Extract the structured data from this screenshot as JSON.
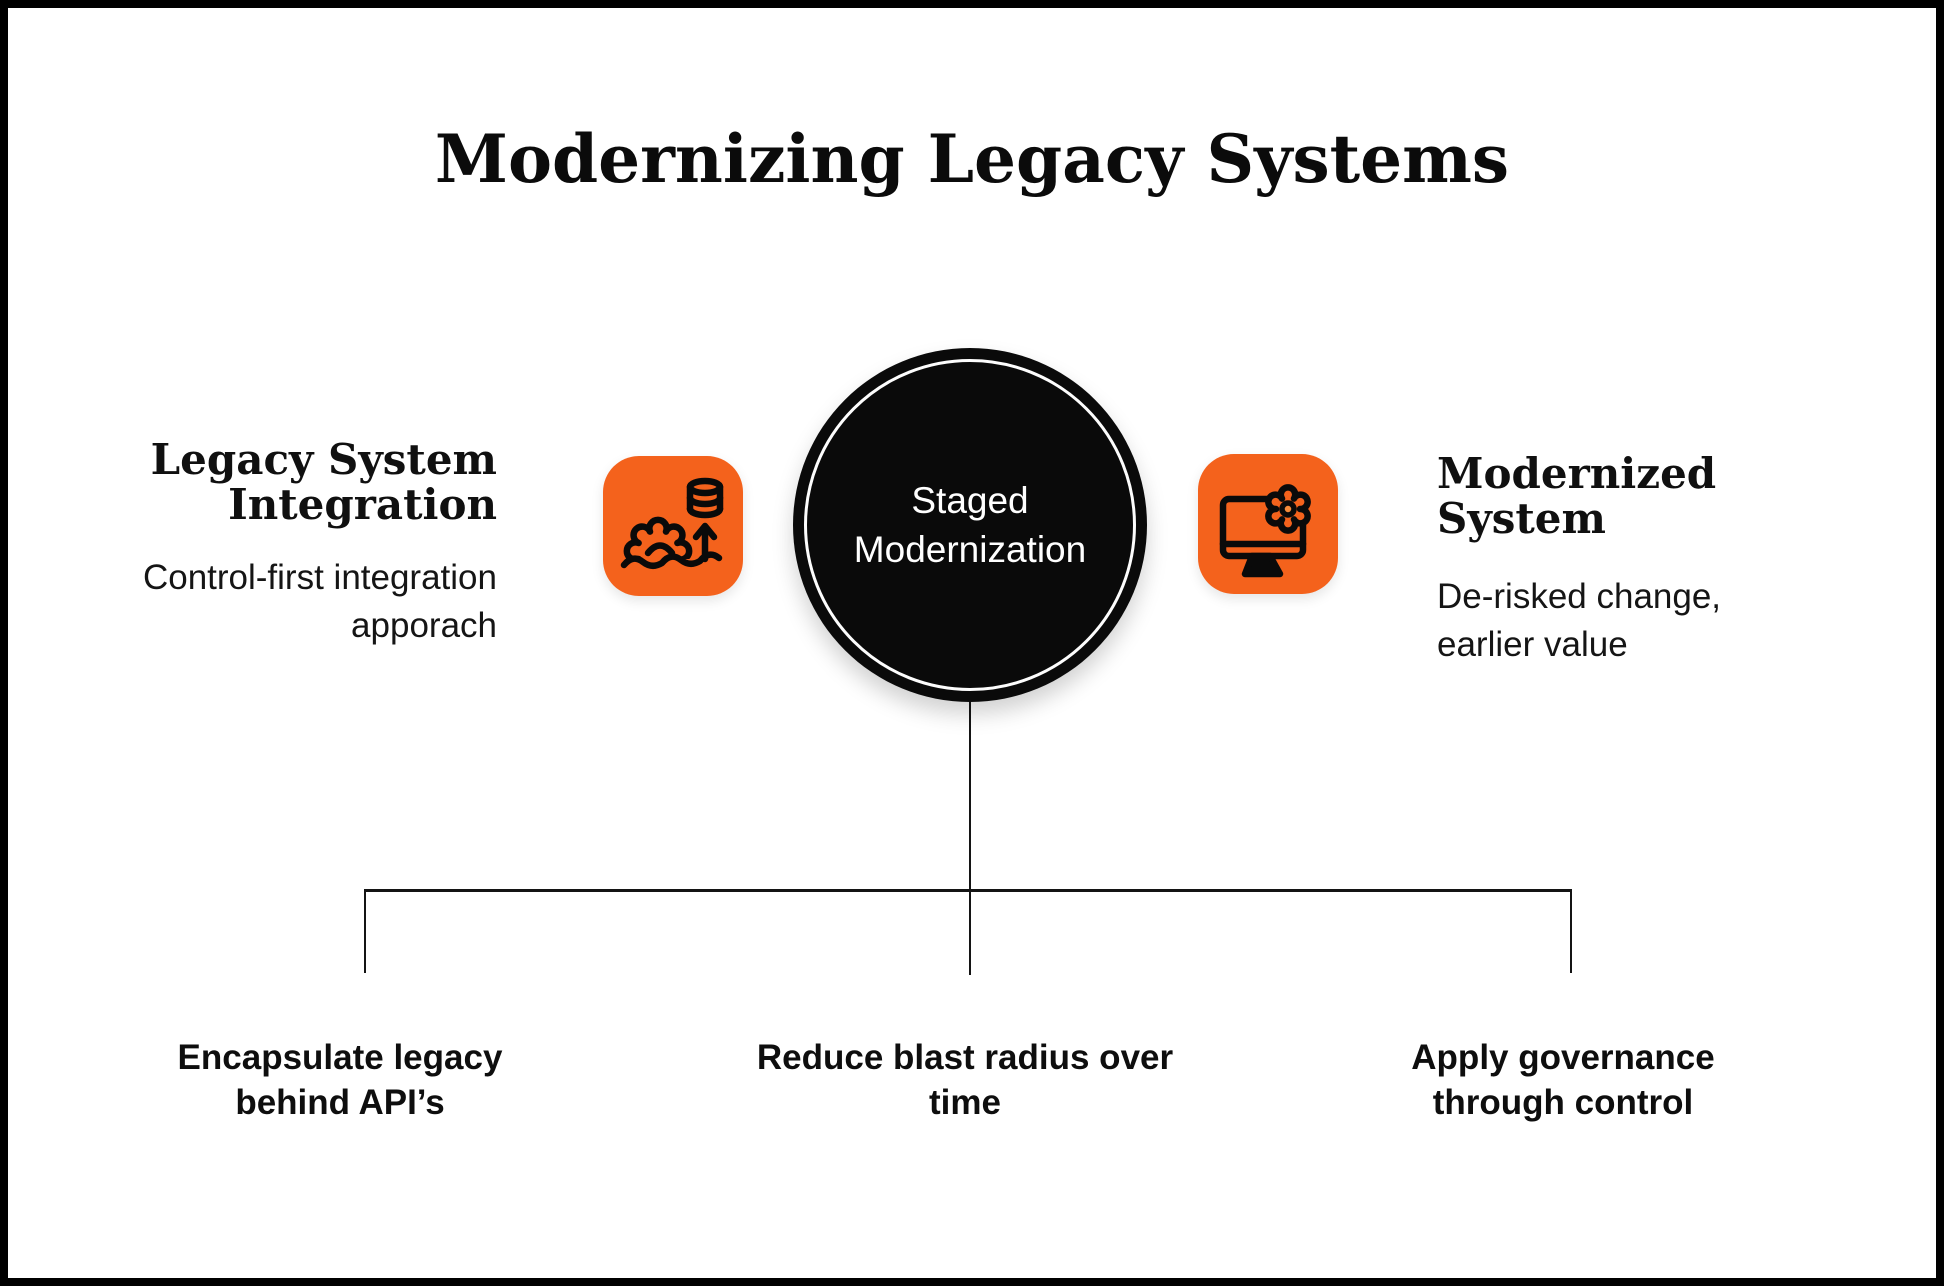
{
  "page": {
    "title": "Modernizing Legacy Systems"
  },
  "colors": {
    "accent_orange": "#f4621c",
    "node_black": "#0a0a0a",
    "ring_white": "#fdfdfd"
  },
  "center_node": {
    "lines": [
      "Staged",
      "Modernization"
    ]
  },
  "left_panel": {
    "heading_lines": [
      "Legacy System",
      "Integration"
    ],
    "body_lines": [
      "Control-first integration",
      "apporach"
    ],
    "icon": "gear-sinking-data-migration-icon"
  },
  "right_panel": {
    "heading_lines": [
      "Modernized",
      "System"
    ],
    "body_lines": [
      "De-risked change,",
      "earlier value"
    ],
    "icon": "monitor-with-gear-icon"
  },
  "branches": [
    {
      "lines": [
        "Encapsulate legacy",
        "behind API’s"
      ]
    },
    {
      "lines": [
        "Reduce blast radius over",
        "time"
      ]
    },
    {
      "lines": [
        "Apply governance",
        "through control"
      ]
    }
  ]
}
